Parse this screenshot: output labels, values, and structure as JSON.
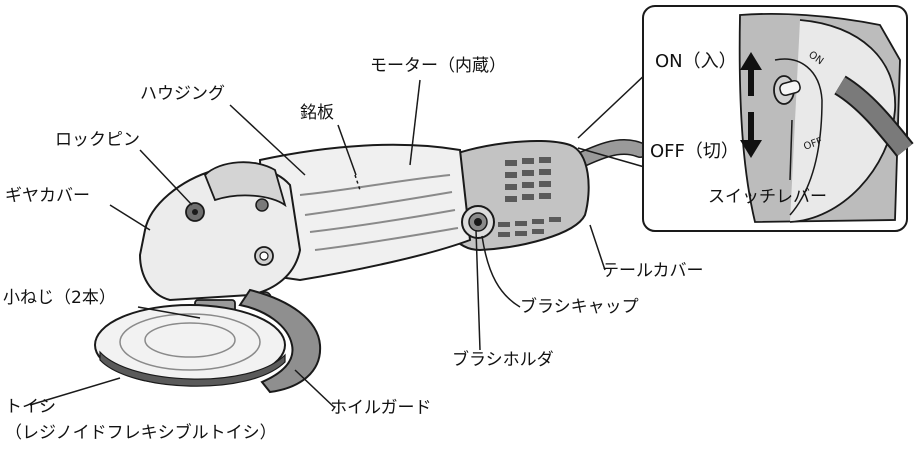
{
  "labels": {
    "motor": "モーター（内蔵）",
    "housing": "ハウジング",
    "nameplate": "銘板",
    "lock_pin": "ロックピン",
    "gear_cover": "ギヤカバー",
    "small_screw": "小ねじ（2本）",
    "wheel_line1": "トイシ",
    "wheel_line2": "（レジノイドフレキシブルトイシ）",
    "wheel_guard": "ホイルガード",
    "brush_holder": "ブラシホルダ",
    "brush_cap": "ブラシキャップ",
    "tail_cover": "テールカバー",
    "on": "ON（入）",
    "off": "OFF（切）",
    "switch_lever": "スイッチレバー",
    "switch_on_mark": "ON",
    "switch_off_mark": "OFF"
  },
  "colors": {
    "line": "#1a1a1a",
    "body_light": "#f2f2f2",
    "body_mid": "#d9d9d9",
    "body_dark": "#9a9a9a",
    "tail_gray": "#bdbdbd",
    "cord": "#8c8c8c"
  }
}
